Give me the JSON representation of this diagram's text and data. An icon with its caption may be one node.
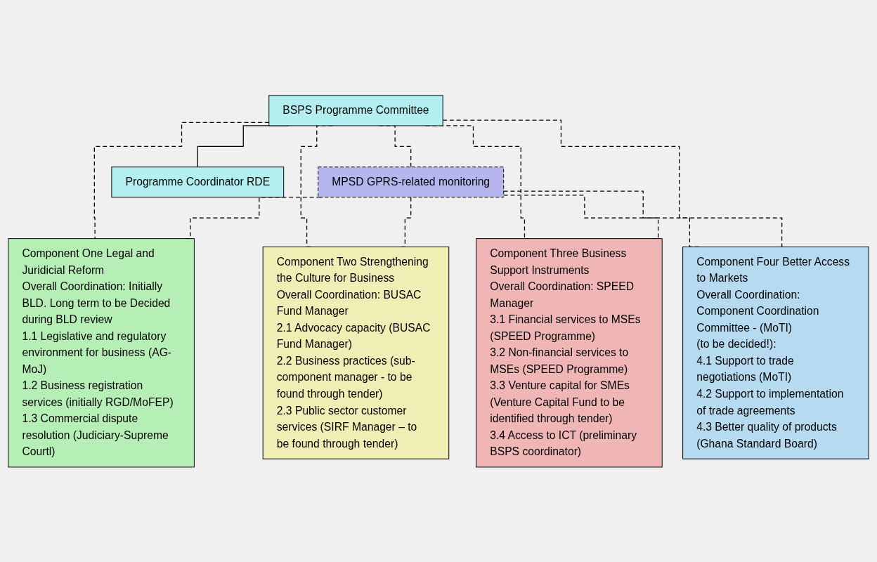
{
  "diagram": {
    "nodes": [
      {
        "text": [
          "BSPS Programme Committee"
        ]
      },
      {
        "text": [
          "MPSD GPRS-related monitoring"
        ]
      },
      {
        "text": [
          "Programme Coordinator RDE"
        ]
      },
      {
        "text": [
          "Component One Legal and Juridicial Reform",
          "Overall Coordination: Initially BLD. Long term to be Decided during BLD review",
          "1.1 Legislative and regulatory environment for business (AG-MoJ)",
          "1.2 Business registration services (initially RGD/MoFEP)",
          "1.3 Commercial dispute resolution (Judiciary-Supreme Courtl)"
        ]
      },
      {
        "text": [
          "Component Two Strengthening the Culture for Business",
          "Overall Coordination: BUSAC Fund Manager",
          "2.1 Advocacy capacity (BUSAC Fund Manager)",
          "2.2 Business practices (sub-component manager - to be found through tender)",
          "2.3 Public sector customer services (SIRF Manager – to be found through tender)"
        ]
      },
      {
        "text": [
          "Component Three Business Support Instruments",
          "Overall Coordination: SPEED Manager",
          "3.1 Financial services to MSEs (SPEED Programme)",
          "3.2 Non-financial services to MSEs (SPEED Programme)",
          "3.3 Venture capital for SMEs (Venture Capital Fund to be identified through tender)",
          "3.4 Access to ICT (preliminary BSPS coordinator)"
        ]
      },
      {
        "text": [
          "Component Four Better Access to Markets",
          "Overall Coordination: Component Coordination Committee - (MoTI)",
          "(to be decided!):",
          "4.1 Support to trade negotiations (MoTI)",
          "4.2 Support to implementation of trade agreements",
          "4.3 Better quality of products (Ghana Standard Board)"
        ]
      }
    ],
    "edges": [
      {
        "from": 0,
        "to": 1,
        "arrow": "none",
        "style": "dashed"
      },
      {
        "from": 0,
        "to": 2,
        "arrow": "none"
      },
      {
        "from": 0,
        "to": 3,
        "arrow": "none",
        "style": "dashed"
      },
      {
        "from": 0,
        "to": 4,
        "arrow": "none",
        "style": "dashed"
      },
      {
        "from": 0,
        "to": 5,
        "arrow": "none",
        "style": "dashed"
      },
      {
        "from": 0,
        "to": 6,
        "arrow": "none",
        "style": "dashed"
      },
      {
        "from": 1,
        "to": 3,
        "arrow": "none",
        "style": "dashed"
      },
      {
        "from": 1,
        "to": 4,
        "arrow": "none",
        "style": "dashed"
      },
      {
        "from": 1,
        "to": 5,
        "arrow": "none",
        "style": "dashed"
      },
      {
        "from": 1,
        "to": 6,
        "arrow": "none",
        "style": "dashed"
      }
    ]
  }
}
